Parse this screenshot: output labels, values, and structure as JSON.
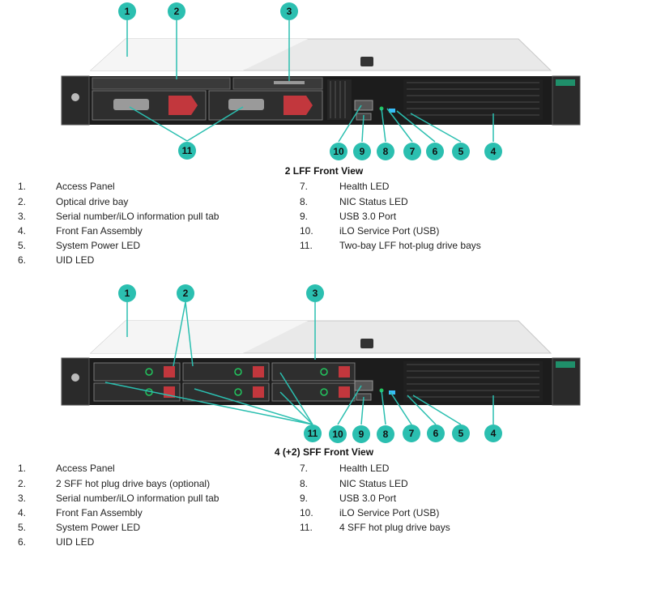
{
  "colors": {
    "callout": "#2bbfb0",
    "callout_text": "#111111",
    "led_green": "#22c55e",
    "led_blue": "#38bdf8",
    "accent_red": "#c2373d"
  },
  "views": [
    {
      "caption": "2 LFF Front View",
      "callouts": [
        "1",
        "2",
        "3",
        "11",
        "10",
        "9",
        "8",
        "7",
        "6",
        "5",
        "4"
      ],
      "legend_left": [
        {
          "num": "1.",
          "label": "Access Panel"
        },
        {
          "num": "2.",
          "label": "Optical drive bay"
        },
        {
          "num": "3.",
          "label": "Serial number/iLO information pull tab"
        },
        {
          "num": "4.",
          "label": "Front Fan Assembly"
        },
        {
          "num": "5.",
          "label": "System Power LED"
        },
        {
          "num": "6.",
          "label": "UID LED"
        }
      ],
      "legend_right": [
        {
          "num": "7.",
          "label": "Health LED"
        },
        {
          "num": "8.",
          "label": "NIC Status LED"
        },
        {
          "num": "9.",
          "label": "USB 3.0 Port"
        },
        {
          "num": "10.",
          "label": "iLO Service Port (USB)"
        },
        {
          "num": "11.",
          "label": "Two-bay LFF hot-plug drive bays"
        }
      ]
    },
    {
      "caption": "4 (+2) SFF Front View",
      "callouts": [
        "1",
        "2",
        "3",
        "11",
        "10",
        "9",
        "8",
        "7",
        "6",
        "5",
        "4"
      ],
      "legend_left": [
        {
          "num": "1.",
          "label": "Access Panel"
        },
        {
          "num": "2.",
          "label": "2 SFF hot plug drive bays (optional)"
        },
        {
          "num": "3.",
          "label": "Serial number/iLO information pull tab"
        },
        {
          "num": "4.",
          "label": "Front Fan Assembly"
        },
        {
          "num": "5.",
          "label": "System Power LED"
        },
        {
          "num": "6.",
          "label": "UID LED"
        }
      ],
      "legend_right": [
        {
          "num": "7.",
          "label": "Health LED"
        },
        {
          "num": "8.",
          "label": "NIC Status LED"
        },
        {
          "num": "9.",
          "label": "USB 3.0 Port"
        },
        {
          "num": "10.",
          "label": "iLO Service Port (USB)"
        },
        {
          "num": "11.",
          "label": "4 SFF hot plug drive bays"
        }
      ]
    }
  ]
}
